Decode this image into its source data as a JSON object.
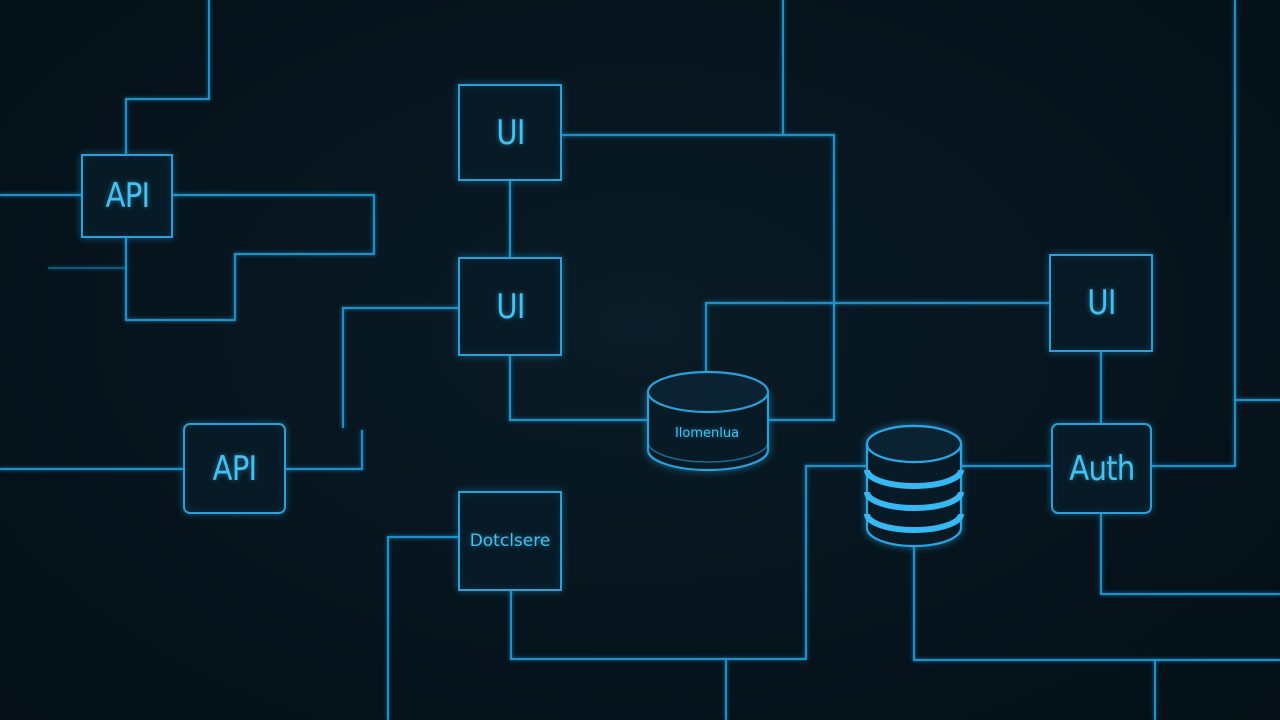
{
  "diagram": {
    "nodes": [
      {
        "id": "api-top",
        "label": "API"
      },
      {
        "id": "ui-top",
        "label": "UI"
      },
      {
        "id": "ui-mid",
        "label": "UI"
      },
      {
        "id": "ui-right",
        "label": "UI"
      },
      {
        "id": "api-bottom",
        "label": "API"
      },
      {
        "id": "auth",
        "label": "Auth"
      },
      {
        "id": "db-box",
        "label": "Dotclsere"
      },
      {
        "id": "db-cylinder",
        "label": "Ilomenlua"
      }
    ]
  },
  "colors": {
    "background": "#05121a",
    "wire": "#1e8fc8",
    "node_border": "#2a9fd8",
    "text": "#45c0f0"
  }
}
